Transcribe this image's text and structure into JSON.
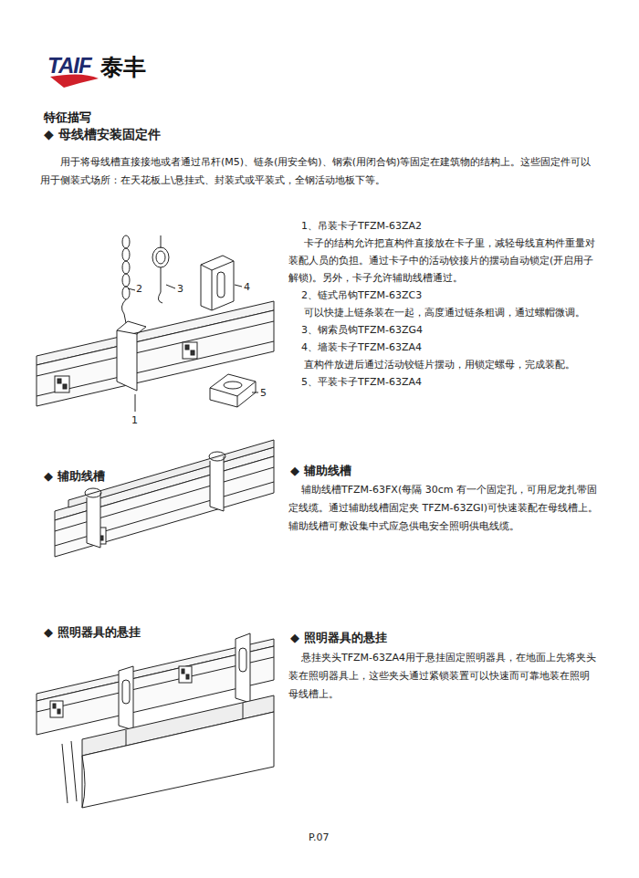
{
  "diagram": {
    "title": "特征描写",
    "labels": [
      "TAIF",
      "泰丰",
      "◆ 母线槽安装固定件",
      "用于将母线槽直接接地或者通过吊杆(M5)、链条(用安全钩)、钢索(用闭合钩)等固定在建筑物的结构上。这些固定件可以用于侧装式场所：在天花板上\\悬挂式、封装式或平装式，全钢活动地板下等。",
      "2",
      "3",
      "4",
      "5",
      "1",
      "1、吊装卡子TFZM-63ZA2",
      "卡子的结构允许把直构件直接放在卡子里，减轻母线直构件重量对装配人员的负担。通过卡子中的活动铰接片的摆动自动锁定(开启用子解锁)。另外，卡子允许辅助线槽通过。",
      "2、链式吊钩TFZM-63ZC3",
      "可以快捷上链条装在一起，高度通过链条粗调，通过螺帽微调。",
      "3、钢索员钩TFZM-63ZG4",
      "4、墙装卡子TFZM-63ZA4",
      "直构件放进后通过活动铰链片摆动，用锁定螺母，完成装配。",
      "5、平装卡子TFZM-63ZA4",
      "◆ 辅助线槽",
      "◆ 辅助线槽",
      "辅助线槽TFZM-63FX(每隔 30cm 有一个固定孔，可用尼龙扎带固定线缆。通过辅助线槽固定夹 TFZM-63ZGI)可快速装配在母线槽上。辅助线槽可敷设集中式应急供电安全照明供电线缆。",
      "◆ 照明器具的悬挂",
      "◆ 照明器具的悬挂",
      "悬挂夹头TFZM-63ZA4用于悬挂固定照明器具，在地面上先将夹头装在照明器具上，这些夹头通过紧锁装置可以快速而可靠地装在照明母线槽上。",
      "P.07"
    ]
  }
}
